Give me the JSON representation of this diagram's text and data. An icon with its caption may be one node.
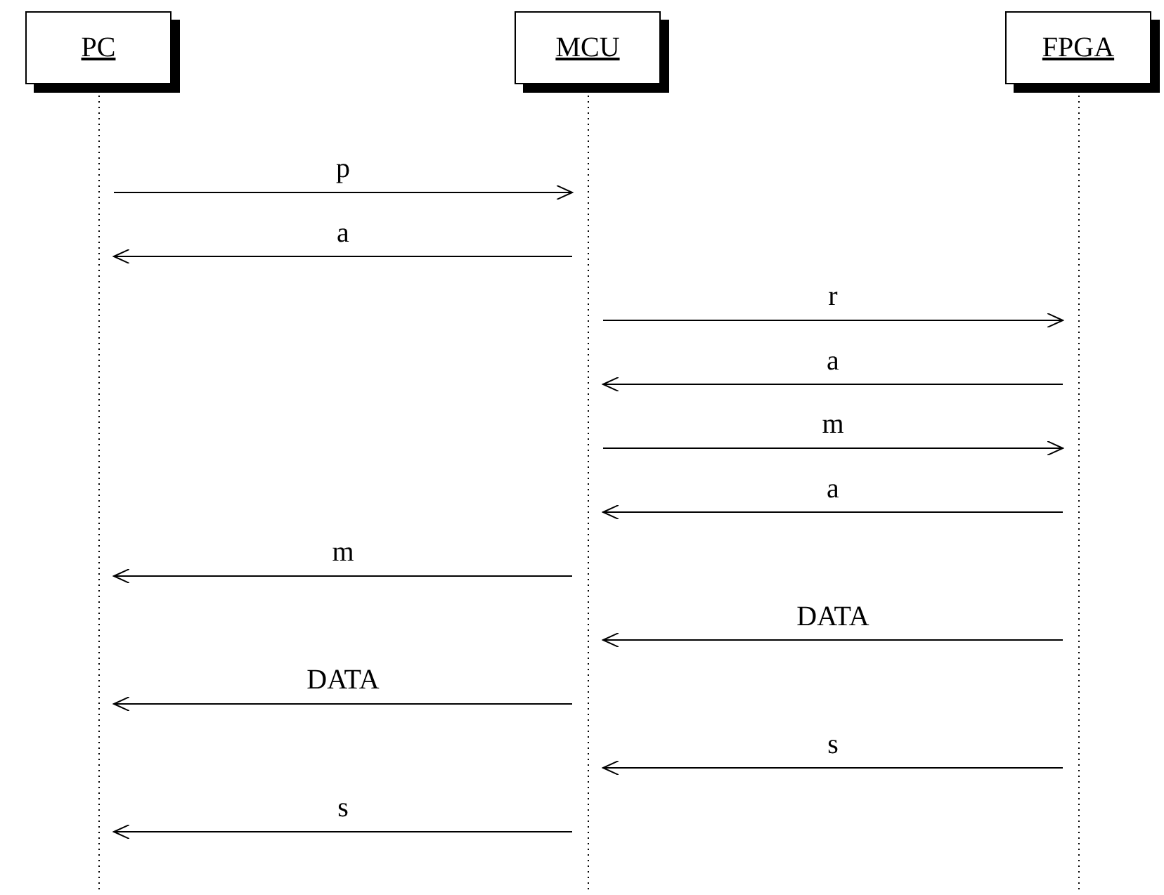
{
  "diagram": {
    "nodes": [
      {
        "text": [
          "PC"
        ]
      },
      {
        "text": [
          "MCU"
        ]
      },
      {
        "text": [
          "FPGA"
        ]
      }
    ],
    "edges": [
      {
        "from": 0,
        "to": 1,
        "arrow": "to",
        "label": "p"
      },
      {
        "from": 1,
        "to": 0,
        "arrow": "to",
        "label": "a"
      },
      {
        "from": 1,
        "to": 2,
        "arrow": "to",
        "label": "r"
      },
      {
        "from": 2,
        "to": 1,
        "arrow": "to",
        "label": "a"
      },
      {
        "from": 1,
        "to": 2,
        "arrow": "to",
        "label": "m"
      },
      {
        "from": 2,
        "to": 1,
        "arrow": "to",
        "label": "a"
      },
      {
        "from": 1,
        "to": 0,
        "arrow": "to",
        "label": "m"
      },
      {
        "from": 2,
        "to": 1,
        "arrow": "to",
        "label": "DATA"
      },
      {
        "from": 1,
        "to": 0,
        "arrow": "to",
        "label": "DATA"
      },
      {
        "from": 2,
        "to": 1,
        "arrow": "to",
        "label": "s"
      },
      {
        "from": 1,
        "to": 0,
        "arrow": "to",
        "label": "s"
      }
    ]
  }
}
